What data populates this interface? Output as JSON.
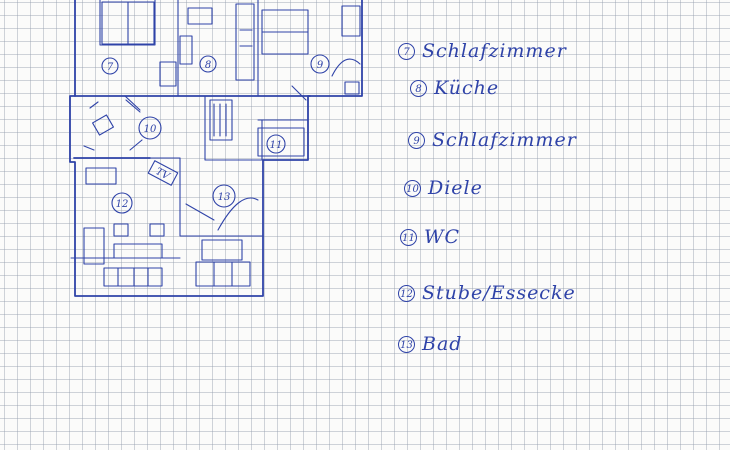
{
  "plan": {
    "rooms": [
      {
        "id": "room-7",
        "number": "7"
      },
      {
        "id": "room-8",
        "number": "8"
      },
      {
        "id": "room-9",
        "number": "9"
      },
      {
        "id": "room-10",
        "number": "10"
      },
      {
        "id": "room-11",
        "number": "11"
      },
      {
        "id": "room-12",
        "number": "12"
      },
      {
        "id": "room-13",
        "number": "13"
      }
    ],
    "furniture_text": "TV"
  },
  "legend": {
    "items": [
      {
        "number": "7",
        "label": "Schlafzimmer"
      },
      {
        "number": "8",
        "label": "Küche"
      },
      {
        "number": "9",
        "label": "Schlafzimmer"
      },
      {
        "number": "10",
        "label": "Diele"
      },
      {
        "number": "11",
        "label": "WC"
      },
      {
        "number": "12",
        "label": "Stube/Essecke"
      },
      {
        "number": "13",
        "label": "Bad"
      }
    ]
  },
  "colors": {
    "ink": "#2f43a8",
    "paper": "#fbfbfa",
    "grid": "#9aa0af"
  }
}
